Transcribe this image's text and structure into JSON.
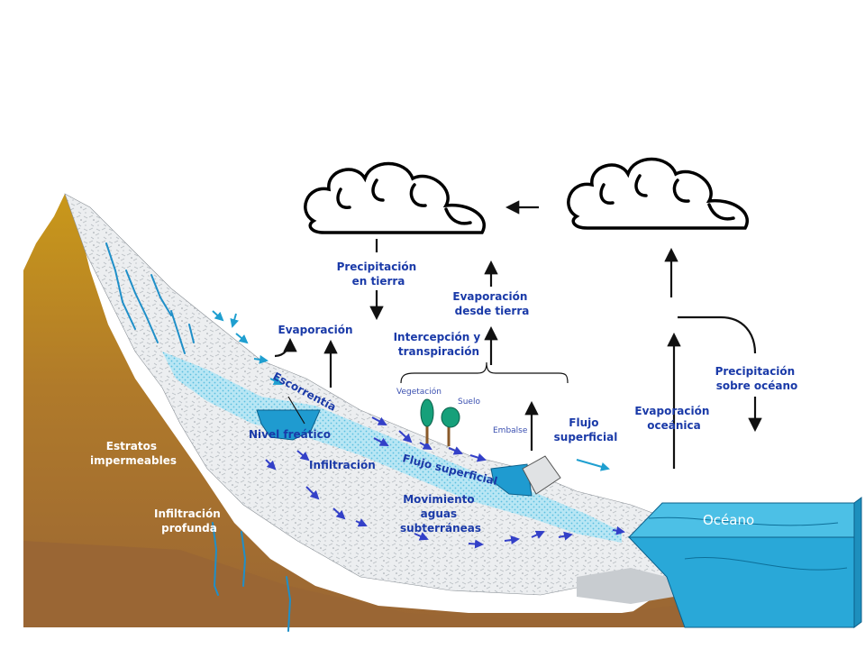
{
  "labels": {
    "precipitacion_tierra_1": "Precipitación",
    "precipitacion_tierra_2": "en tierra",
    "evaporacion_tierra_1": "Evaporación",
    "evaporacion_tierra_2": "desde tierra",
    "intercepcion_1": "Intercepción y",
    "intercepcion_2": "transpiración",
    "evaporacion": "Evaporación",
    "escorrentia": "Escorrentía",
    "vegetacion": "Vegetación",
    "suelo": "Suelo",
    "embalse": "Embalse",
    "flujo_superficial_1": "Flujo",
    "flujo_superficial_2": "superficial",
    "flujo_superficial_slant": "Flujo superficial",
    "nivel_freatico": "Nivel freático",
    "infiltracion": "Infiltración",
    "movimiento_1": "Movimiento",
    "movimiento_2": "aguas",
    "movimiento_3": "subterráneas",
    "estratos_1": "Estratos",
    "estratos_2": "impermeables",
    "infiltracion_profunda_1": "Infiltración",
    "infiltracion_profunda_2": "profunda",
    "evaporacion_oceanica_1": "Evaporación",
    "evaporacion_oceanica_2": "oceánica",
    "precipitacion_oceano_1": "Precipitación",
    "precipitacion_oceano_2": "sobre océano",
    "oceano": "Océano"
  },
  "colors": {
    "mountain": "#b8862e",
    "ground": "#a06a30",
    "rock": "#e6e8ea",
    "water_table": "#8fd6ee",
    "ocean": "#29a8d8",
    "stream": "#1f8fc8",
    "flow_arrow": "#3340c8",
    "label": "#1a3aa8"
  }
}
